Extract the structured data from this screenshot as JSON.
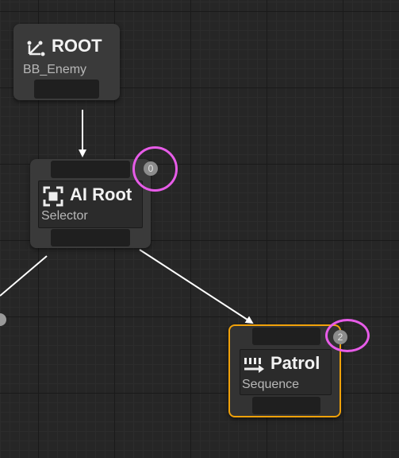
{
  "nodes": {
    "root": {
      "title": "ROOT",
      "subtitle": "BB_Enemy",
      "icon": "root-icon"
    },
    "ai_root": {
      "title": "AI Root",
      "subtitle": "Selector",
      "icon": "selector-icon",
      "badge": "0"
    },
    "patrol": {
      "title": "Patrol",
      "subtitle": "Sequence",
      "icon": "sequence-icon",
      "badge": "2",
      "selected_color": "#f0a10a"
    }
  },
  "colors": {
    "annotation": "#e75ce8",
    "wire": "#ffffff",
    "background": "#262626"
  }
}
